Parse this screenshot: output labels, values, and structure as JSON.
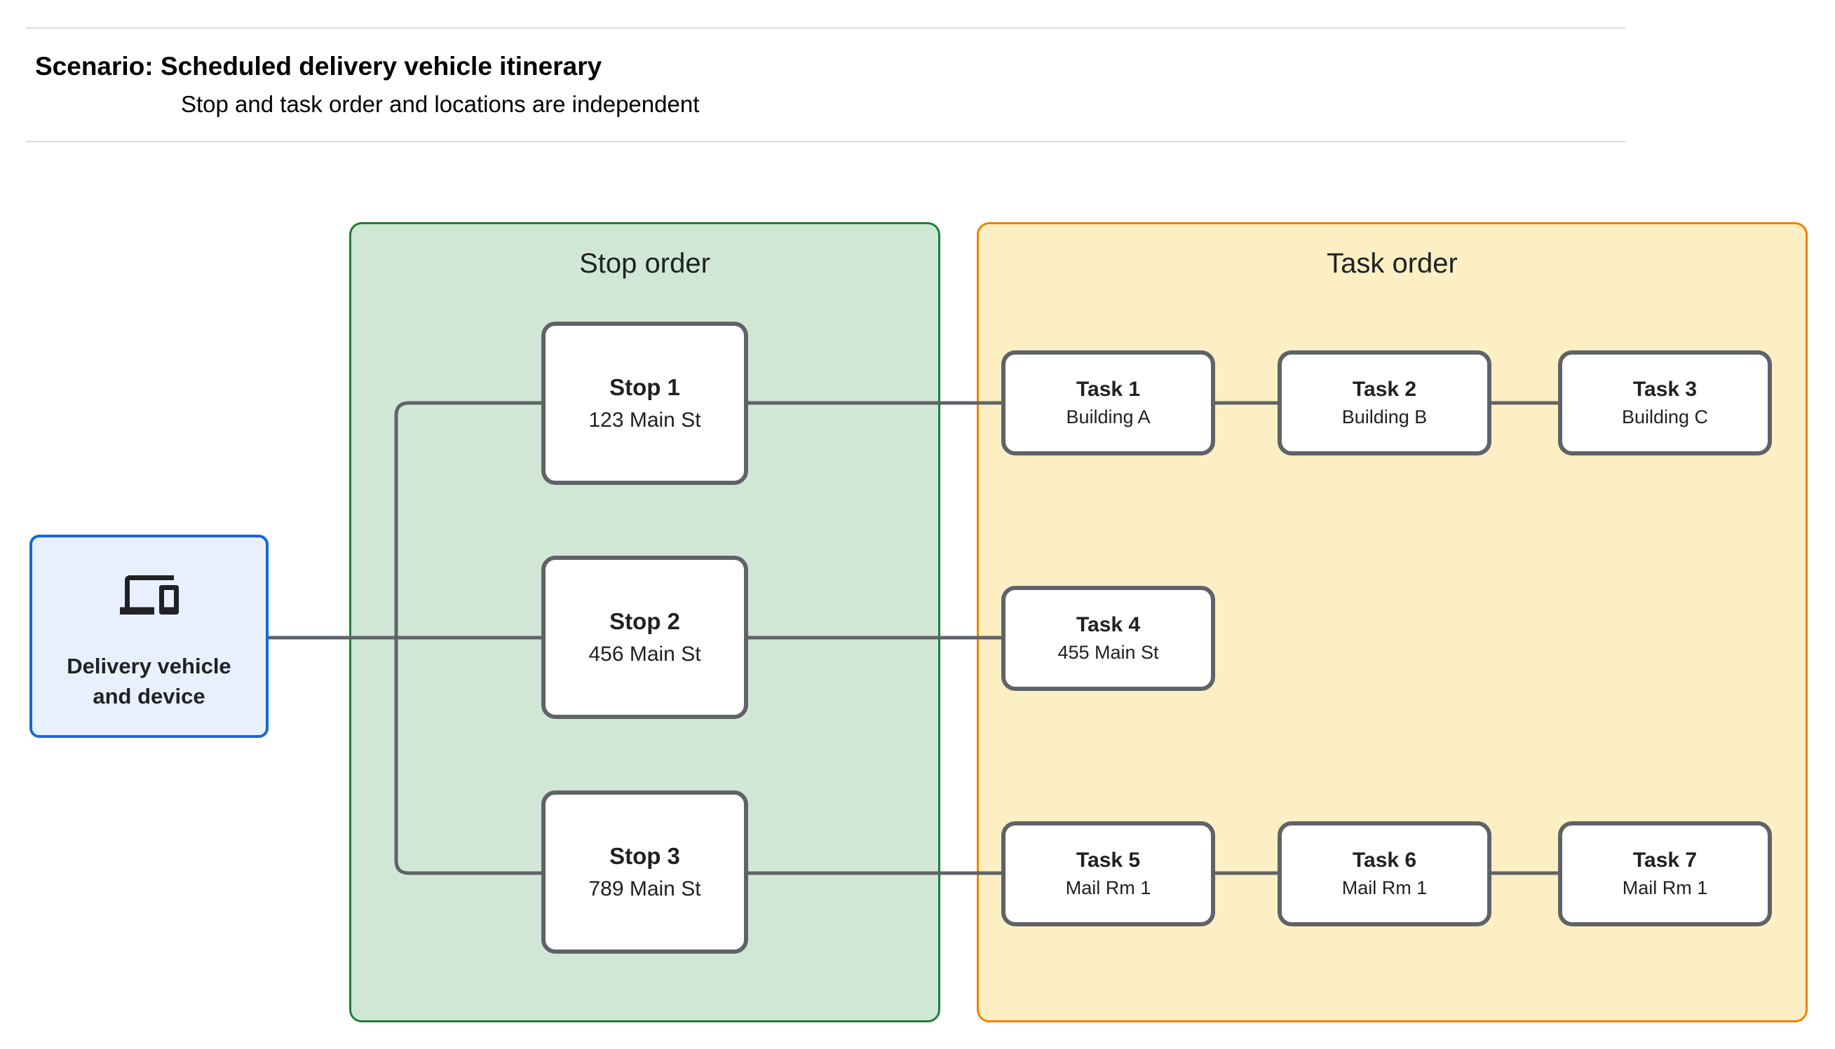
{
  "header": {
    "title": "Scenario: Scheduled delivery vehicle itinerary",
    "subtitle": "Stop and task order and locations are independent"
  },
  "vehicle_node": {
    "label": "Delivery vehicle and device",
    "icon": "devices-icon",
    "fill": "#e8f0fe",
    "border": "#1967d2"
  },
  "stop_group": {
    "label": "Stop order",
    "fill": "#d0e7d5",
    "border": "#1e7e34",
    "stops": [
      {
        "title": "Stop 1",
        "subtitle": "123 Main St"
      },
      {
        "title": "Stop 2",
        "subtitle": "456 Main St"
      },
      {
        "title": "Stop 3",
        "subtitle": "789 Main St"
      }
    ]
  },
  "task_group": {
    "label": "Task order",
    "fill": "#fcefc3",
    "border": "#ef8200",
    "tasks": [
      {
        "title": "Task 1",
        "subtitle": "Building A"
      },
      {
        "title": "Task 2",
        "subtitle": "Building B"
      },
      {
        "title": "Task 3",
        "subtitle": "Building C"
      },
      {
        "title": "Task 4",
        "subtitle": "455 Main St"
      },
      {
        "title": "Task 5",
        "subtitle": "Mail Rm 1"
      },
      {
        "title": "Task 6",
        "subtitle": "Mail Rm 1"
      },
      {
        "title": "Task 7",
        "subtitle": "Mail Rm 1"
      }
    ]
  },
  "style": {
    "node_border": "#5f6368",
    "connector_color": "#5f6368",
    "text_color": "#202124"
  }
}
